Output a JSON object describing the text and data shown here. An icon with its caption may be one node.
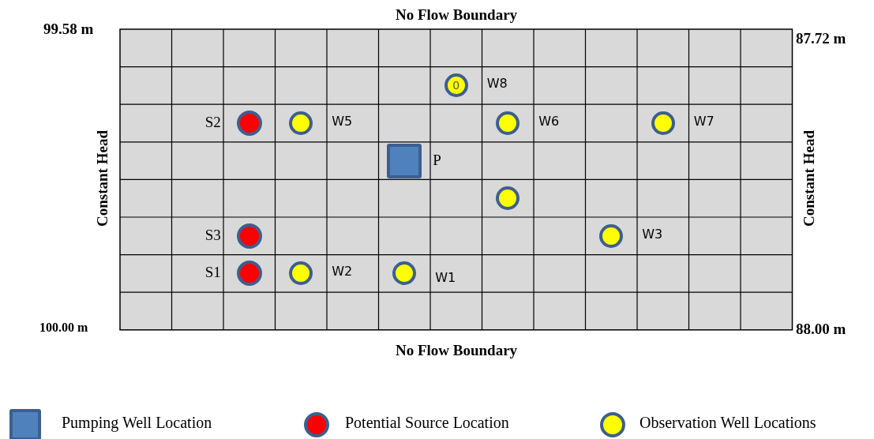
{
  "diagram": {
    "nodes": [
      {
        "text": [
          "0"
        ],
        "beside": [
          "W8"
        ]
      },
      {
        "text": [],
        "shape": "circle",
        "beside": [
          "S2"
        ]
      },
      {
        "text": [],
        "shape": "circle",
        "beside": [
          "W5"
        ]
      },
      {
        "text": [],
        "shape": "circle",
        "beside": [
          "W6"
        ]
      },
      {
        "text": [],
        "shape": "circle",
        "beside": [
          "W7"
        ]
      },
      {
        "text": [],
        "shape": "box",
        "beside": [
          "P"
        ]
      },
      {
        "text": [],
        "shape": "circle"
      },
      {
        "text": [],
        "shape": "circle",
        "beside": [
          "S3"
        ]
      },
      {
        "text": [],
        "shape": "circle",
        "beside": [
          "W3"
        ]
      },
      {
        "text": [],
        "shape": "circle",
        "beside": [
          "S1"
        ]
      },
      {
        "text": [],
        "shape": "circle",
        "beside": [
          "W2"
        ]
      },
      {
        "text": [],
        "shape": "circle",
        "beside": [
          "W1"
        ]
      }
    ],
    "labels": [
      "No Flow Boundary",
      "99.58 m",
      "87.72 m",
      "Constant Head",
      "Constant Head",
      "100.00 m",
      "88.00 m",
      "No Flow Boundary"
    ],
    "legend": [
      {
        "text": "Pumping Well Location"
      },
      {
        "text": "Potential Source Location"
      },
      {
        "text": "Observation Well Locations"
      }
    ]
  }
}
